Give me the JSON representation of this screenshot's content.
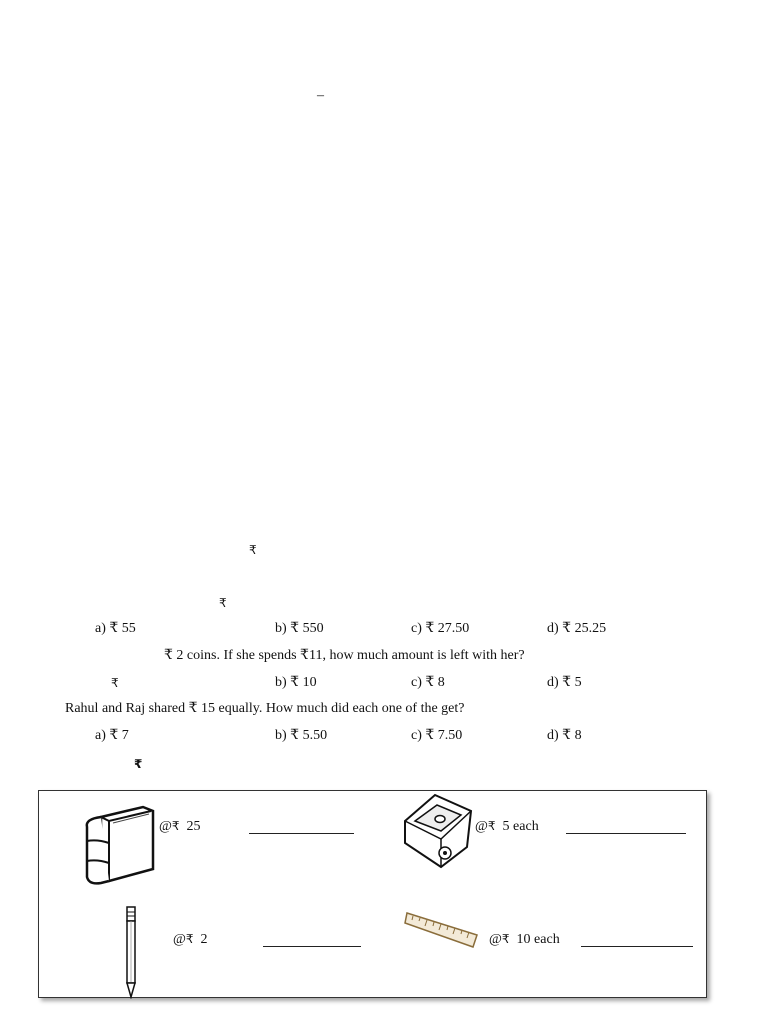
{
  "stray_dash": "–",
  "partial_lines": [
    {
      "id": "line1",
      "text": "₹"
    },
    {
      "id": "line2",
      "text": "₹"
    }
  ],
  "question_a": {
    "options": [
      "a) ₹ 55",
      "b) ₹ 550",
      "c) ₹ 27.50",
      "d) ₹ 25.25"
    ]
  },
  "question_b": {
    "stem": "₹ 2 coins. If she spends ₹11, how much amount is left with her?",
    "options": [
      "₹",
      "b) ₹ 10",
      "c) ₹ 8",
      "d) ₹ 5"
    ]
  },
  "question_c": {
    "stem": "Rahul and Raj shared ₹ 15 equally. How much did each one of the get?",
    "options": [
      "a) ₹ 7",
      "b) ₹ 5.50",
      "c) ₹ 7.50",
      "d) ₹ 8"
    ]
  },
  "partial_line3": "₹",
  "price_box": {
    "items": [
      {
        "name": "book",
        "icon": "book-icon",
        "price_prefix": "@",
        "currency": "₹",
        "price": "25"
      },
      {
        "name": "sharpener",
        "icon": "sharpener-icon",
        "price_prefix": "@",
        "currency": "₹",
        "price": "5 each"
      },
      {
        "name": "pencil",
        "icon": "pencil-icon",
        "price_prefix": "@",
        "currency": "₹",
        "price": "2"
      },
      {
        "name": "ruler",
        "icon": "ruler-icon",
        "price_prefix": "@",
        "currency": "₹",
        "price": "10 each"
      }
    ]
  }
}
